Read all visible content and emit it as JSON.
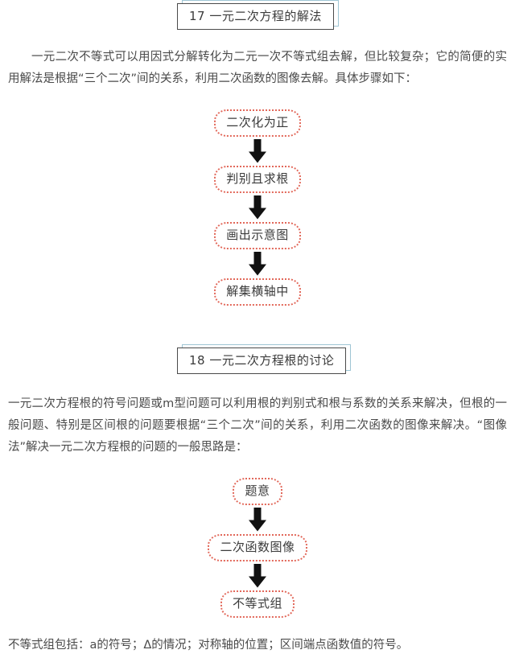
{
  "document": {
    "sections": [
      {
        "heading": {
          "number": "17",
          "title": "一元二次方程的解法",
          "full": "17  一元二次方程的解法"
        },
        "paragraph": "一元二次不等式可以用因式分解转化为二元一次不等式组去解，但比较复杂；它的简便的实用解法是根据“三个二次”间的关系，利用二次函数的图像去解。具体步骤如下：",
        "flowchart": {
          "nodes": [
            "二次化为正",
            "判别且求根",
            "画出示意图",
            "解集横轴中"
          ],
          "connector": "down-arrow"
        }
      },
      {
        "heading": {
          "number": "18",
          "title": "一元二次方程根的讨论",
          "full": "18  一元二次方程根的讨论"
        },
        "paragraph": "一元二次方程根的符号问题或m型问题可以利用根的判别式和根与系数的关系来解决，但根的一般问题、特别是区间根的问题要根据“三个二次”间的关系，利用二次函数的图像来解决。“图像法”解决一元二次方程根的问题的一般思路是：",
        "flowchart": {
          "nodes": [
            "题意",
            "二次函数图像",
            "不等式组"
          ],
          "connector": "down-arrow"
        },
        "footnote": "不等式组包括：a的符号；Δ的情况；对称轴的位置；区间端点函数值的符号。"
      }
    ]
  },
  "colors": {
    "page_background": "#ffffff",
    "body_text": "#4a4a4a",
    "heading_border": "#4a4a4a",
    "heading_shadow_border": "#9ec5d4",
    "node_border_dotted": "#e2685a",
    "arrow_fill": "#111111"
  }
}
